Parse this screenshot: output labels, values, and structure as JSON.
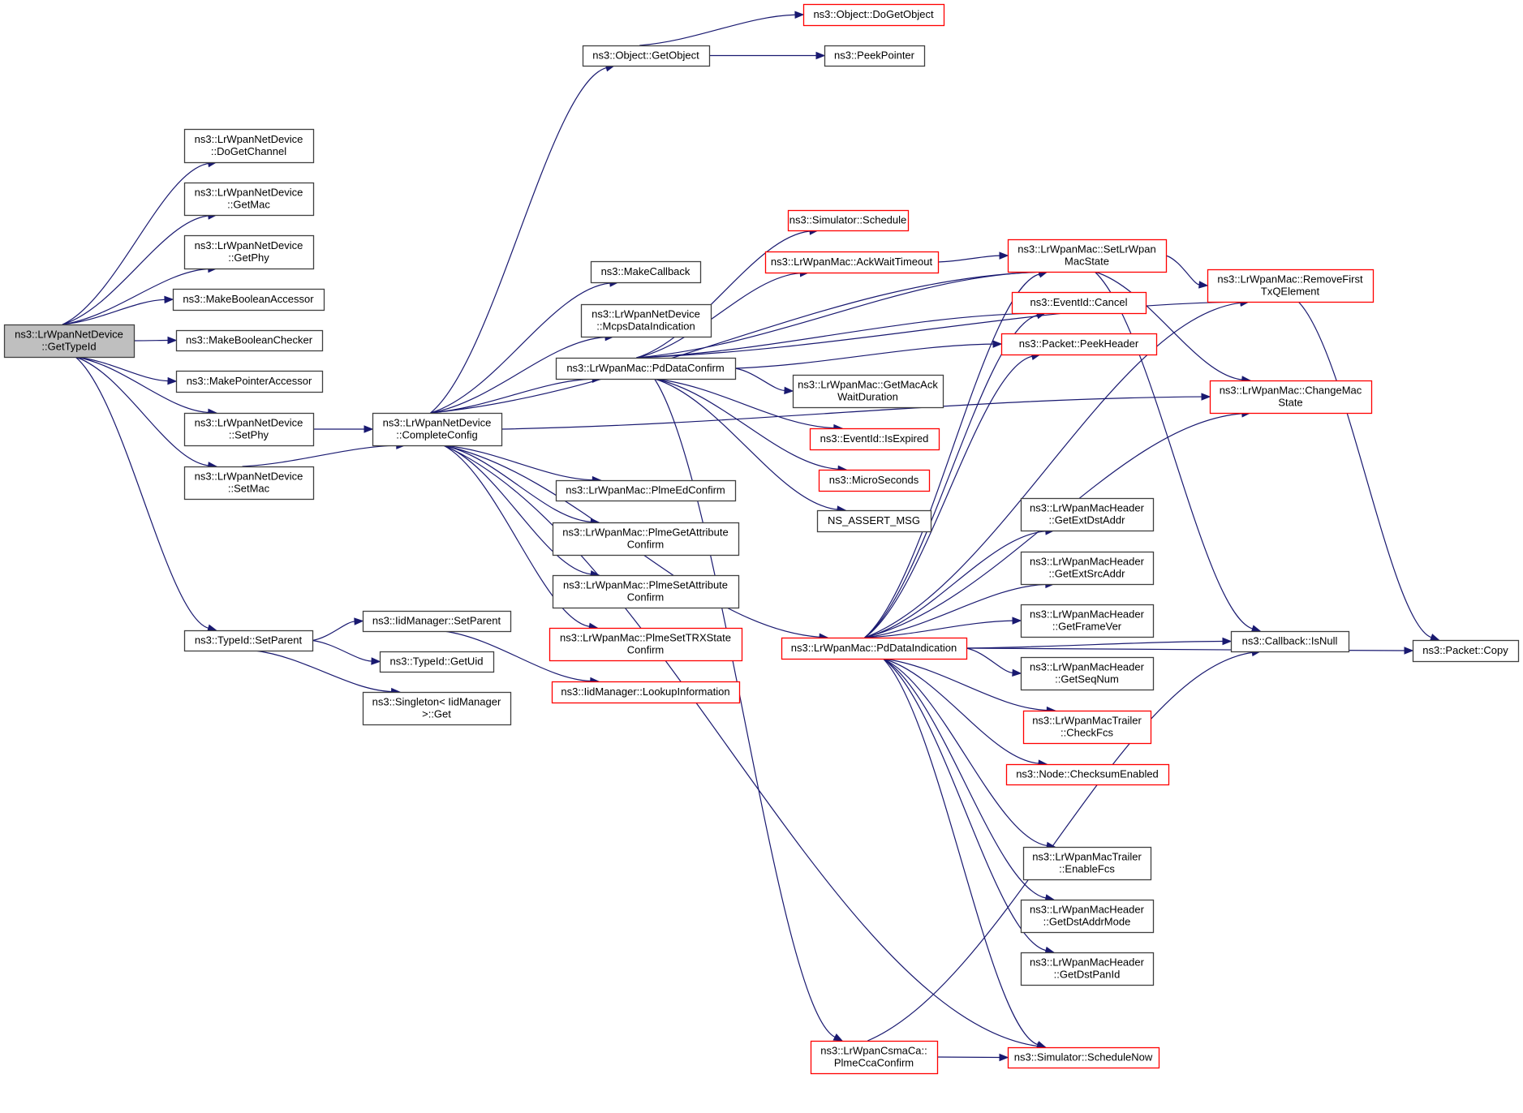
{
  "diagram": {
    "title": "Call graph of ns3::LrWpanNetDevice::GetTypeId",
    "colors": {
      "edge": "#191970",
      "normal_border": "#404040",
      "truncated_border": "#ff0000",
      "root_fill": "#bfbfbf"
    },
    "nodes": [
      {
        "id": "root",
        "lines": [
          "ns3::LrWpanNetDevice",
          "::GetTypeId"
        ],
        "style": "root"
      },
      {
        "id": "doGetChannel",
        "lines": [
          "ns3::LrWpanNetDevice",
          "::DoGetChannel"
        ],
        "style": "normal"
      },
      {
        "id": "getMac",
        "lines": [
          "ns3::LrWpanNetDevice",
          "::GetMac"
        ],
        "style": "normal"
      },
      {
        "id": "getPhy",
        "lines": [
          "ns3::LrWpanNetDevice",
          "::GetPhy"
        ],
        "style": "normal"
      },
      {
        "id": "makeBoolAcc",
        "lines": [
          "ns3::MakeBooleanAccessor"
        ],
        "style": "normal"
      },
      {
        "id": "makeBoolChk",
        "lines": [
          "ns3::MakeBooleanChecker"
        ],
        "style": "normal"
      },
      {
        "id": "makePtrAcc",
        "lines": [
          "ns3::MakePointerAccessor"
        ],
        "style": "normal"
      },
      {
        "id": "setPhy",
        "lines": [
          "ns3::LrWpanNetDevice",
          "::SetPhy"
        ],
        "style": "normal"
      },
      {
        "id": "setMac",
        "lines": [
          "ns3::LrWpanNetDevice",
          "::SetMac"
        ],
        "style": "normal"
      },
      {
        "id": "typeIdSetParent",
        "lines": [
          "ns3::TypeId::SetParent"
        ],
        "style": "normal"
      },
      {
        "id": "completeConfig",
        "lines": [
          "ns3::LrWpanNetDevice",
          "::CompleteConfig"
        ],
        "style": "normal"
      },
      {
        "id": "iidSetParent",
        "lines": [
          "ns3::IidManager::SetParent"
        ],
        "style": "normal"
      },
      {
        "id": "getUid",
        "lines": [
          "ns3::TypeId::GetUid"
        ],
        "style": "normal"
      },
      {
        "id": "singletonGet",
        "lines": [
          "ns3::Singleton< IidManager",
          ">::Get"
        ],
        "style": "normal"
      },
      {
        "id": "getObject",
        "lines": [
          "ns3::Object::GetObject"
        ],
        "style": "normal"
      },
      {
        "id": "doGetObject",
        "lines": [
          "ns3::Object::DoGetObject"
        ],
        "style": "red"
      },
      {
        "id": "peekPointer",
        "lines": [
          "ns3::PeekPointer"
        ],
        "style": "normal"
      },
      {
        "id": "makeCallback",
        "lines": [
          "ns3::MakeCallback"
        ],
        "style": "normal"
      },
      {
        "id": "mcpsDataInd",
        "lines": [
          "ns3::LrWpanNetDevice",
          "::McpsDataIndication"
        ],
        "style": "normal"
      },
      {
        "id": "pdDataConfirm",
        "lines": [
          "ns3::LrWpanMac::PdDataConfirm"
        ],
        "style": "normal"
      },
      {
        "id": "plmeEdConfirm",
        "lines": [
          "ns3::LrWpanMac::PlmeEdConfirm"
        ],
        "style": "normal"
      },
      {
        "id": "plmeGetAttr",
        "lines": [
          "ns3::LrWpanMac::PlmeGetAttribute",
          "Confirm"
        ],
        "style": "normal"
      },
      {
        "id": "plmeSetAttr",
        "lines": [
          "ns3::LrWpanMac::PlmeSetAttribute",
          "Confirm"
        ],
        "style": "normal"
      },
      {
        "id": "plmeSetTRX",
        "lines": [
          "ns3::LrWpanMac::PlmeSetTRXState",
          "Confirm"
        ],
        "style": "red"
      },
      {
        "id": "lookupInfo",
        "lines": [
          "ns3::IidManager::LookupInformation"
        ],
        "style": "red"
      },
      {
        "id": "simSchedule",
        "lines": [
          "ns3::Simulator::Schedule"
        ],
        "style": "red"
      },
      {
        "id": "ackWaitTimeout",
        "lines": [
          "ns3::LrWpanMac::AckWaitTimeout"
        ],
        "style": "red"
      },
      {
        "id": "getMacAckWait",
        "lines": [
          "ns3::LrWpanMac::GetMacAck",
          "WaitDuration"
        ],
        "style": "normal"
      },
      {
        "id": "isExpired",
        "lines": [
          "ns3::EventId::IsExpired"
        ],
        "style": "red"
      },
      {
        "id": "microSeconds",
        "lines": [
          "ns3::MicroSeconds"
        ],
        "style": "red"
      },
      {
        "id": "nsAssertMsg",
        "lines": [
          "NS_ASSERT_MSG"
        ],
        "style": "normal"
      },
      {
        "id": "pdDataInd",
        "lines": [
          "ns3::LrWpanMac::PdDataIndication"
        ],
        "style": "red"
      },
      {
        "id": "plmeCcaConfirm",
        "lines": [
          "ns3::LrWpanCsmaCa::",
          "PlmeCcaConfirm"
        ],
        "style": "red"
      },
      {
        "id": "setMacState",
        "lines": [
          "ns3::LrWpanMac::SetLrWpan",
          "MacState"
        ],
        "style": "red"
      },
      {
        "id": "eventCancel",
        "lines": [
          "ns3::EventId::Cancel"
        ],
        "style": "red"
      },
      {
        "id": "peekHeader",
        "lines": [
          "ns3::Packet::PeekHeader"
        ],
        "style": "red"
      },
      {
        "id": "getExtDst",
        "lines": [
          "ns3::LrWpanMacHeader",
          "::GetExtDstAddr"
        ],
        "style": "normal"
      },
      {
        "id": "getExtSrc",
        "lines": [
          "ns3::LrWpanMacHeader",
          "::GetExtSrcAddr"
        ],
        "style": "normal"
      },
      {
        "id": "getFrameVer",
        "lines": [
          "ns3::LrWpanMacHeader",
          "::GetFrameVer"
        ],
        "style": "normal"
      },
      {
        "id": "getSeqNum",
        "lines": [
          "ns3::LrWpanMacHeader",
          "::GetSeqNum"
        ],
        "style": "normal"
      },
      {
        "id": "checkFcs",
        "lines": [
          "ns3::LrWpanMacTrailer",
          "::CheckFcs"
        ],
        "style": "red"
      },
      {
        "id": "checksumEnabled",
        "lines": [
          "ns3::Node::ChecksumEnabled"
        ],
        "style": "red"
      },
      {
        "id": "enableFcs",
        "lines": [
          "ns3::LrWpanMacTrailer",
          "::EnableFcs"
        ],
        "style": "normal"
      },
      {
        "id": "getDstAddrMode",
        "lines": [
          "ns3::LrWpanMacHeader",
          "::GetDstAddrMode"
        ],
        "style": "normal"
      },
      {
        "id": "getDstPanId",
        "lines": [
          "ns3::LrWpanMacHeader",
          "::GetDstPanId"
        ],
        "style": "normal"
      },
      {
        "id": "scheduleNow",
        "lines": [
          "ns3::Simulator::ScheduleNow"
        ],
        "style": "red"
      },
      {
        "id": "removeFirstTx",
        "lines": [
          "ns3::LrWpanMac::RemoveFirst",
          "TxQElement"
        ],
        "style": "red"
      },
      {
        "id": "changeMacState",
        "lines": [
          "ns3::LrWpanMac::ChangeMac",
          "State"
        ],
        "style": "red"
      },
      {
        "id": "isNull",
        "lines": [
          "ns3::Callback::IsNull"
        ],
        "style": "normal"
      },
      {
        "id": "packetCopy",
        "lines": [
          "ns3::Packet::Copy"
        ],
        "style": "normal"
      }
    ],
    "edges": [
      [
        "root",
        "doGetChannel"
      ],
      [
        "root",
        "getMac"
      ],
      [
        "root",
        "getPhy"
      ],
      [
        "root",
        "makeBoolAcc"
      ],
      [
        "root",
        "makeBoolChk"
      ],
      [
        "root",
        "makePtrAcc"
      ],
      [
        "root",
        "setPhy"
      ],
      [
        "root",
        "setMac"
      ],
      [
        "root",
        "typeIdSetParent"
      ],
      [
        "setPhy",
        "completeConfig"
      ],
      [
        "setMac",
        "completeConfig"
      ],
      [
        "typeIdSetParent",
        "iidSetParent"
      ],
      [
        "typeIdSetParent",
        "getUid"
      ],
      [
        "typeIdSetParent",
        "singletonGet"
      ],
      [
        "iidSetParent",
        "lookupInfo"
      ],
      [
        "completeConfig",
        "getObject"
      ],
      [
        "completeConfig",
        "makeCallback"
      ],
      [
        "completeConfig",
        "mcpsDataInd"
      ],
      [
        "completeConfig",
        "pdDataConfirm"
      ],
      [
        "completeConfig",
        "plmeEdConfirm"
      ],
      [
        "completeConfig",
        "plmeGetAttr"
      ],
      [
        "completeConfig",
        "plmeSetAttr"
      ],
      [
        "completeConfig",
        "plmeSetTRX"
      ],
      [
        "completeConfig",
        "setMacState"
      ],
      [
        "completeConfig",
        "pdDataInd"
      ],
      [
        "completeConfig",
        "scheduleNow"
      ],
      [
        "completeConfig",
        "changeMacState"
      ],
      [
        "getObject",
        "doGetObject"
      ],
      [
        "getObject",
        "peekPointer"
      ],
      [
        "pdDataConfirm",
        "simSchedule"
      ],
      [
        "pdDataConfirm",
        "ackWaitTimeout"
      ],
      [
        "pdDataConfirm",
        "setMacState"
      ],
      [
        "pdDataConfirm",
        "removeFirstTx"
      ],
      [
        "pdDataConfirm",
        "eventCancel"
      ],
      [
        "pdDataConfirm",
        "peekHeader"
      ],
      [
        "pdDataConfirm",
        "getMacAckWait"
      ],
      [
        "pdDataConfirm",
        "isExpired"
      ],
      [
        "pdDataConfirm",
        "microSeconds"
      ],
      [
        "pdDataConfirm",
        "nsAssertMsg"
      ],
      [
        "pdDataConfirm",
        "plmeCcaConfirm"
      ],
      [
        "ackWaitTimeout",
        "setMacState"
      ],
      [
        "setMacState",
        "removeFirstTx"
      ],
      [
        "setMacState",
        "changeMacState"
      ],
      [
        "setMacState",
        "isNull"
      ],
      [
        "removeFirstTx",
        "packetCopy"
      ],
      [
        "pdDataInd",
        "setMacState"
      ],
      [
        "pdDataInd",
        "eventCancel"
      ],
      [
        "pdDataInd",
        "peekHeader"
      ],
      [
        "pdDataInd",
        "removeFirstTx"
      ],
      [
        "pdDataInd",
        "changeMacState"
      ],
      [
        "pdDataInd",
        "getExtDst"
      ],
      [
        "pdDataInd",
        "getExtSrc"
      ],
      [
        "pdDataInd",
        "getFrameVer"
      ],
      [
        "pdDataInd",
        "getSeqNum"
      ],
      [
        "pdDataInd",
        "checkFcs"
      ],
      [
        "pdDataInd",
        "checksumEnabled"
      ],
      [
        "pdDataInd",
        "isNull"
      ],
      [
        "pdDataInd",
        "enableFcs"
      ],
      [
        "pdDataInd",
        "getDstAddrMode"
      ],
      [
        "pdDataInd",
        "getDstPanId"
      ],
      [
        "pdDataInd",
        "scheduleNow"
      ],
      [
        "pdDataInd",
        "packetCopy"
      ],
      [
        "plmeCcaConfirm",
        "scheduleNow"
      ],
      [
        "plmeCcaConfirm",
        "isNull"
      ]
    ]
  }
}
